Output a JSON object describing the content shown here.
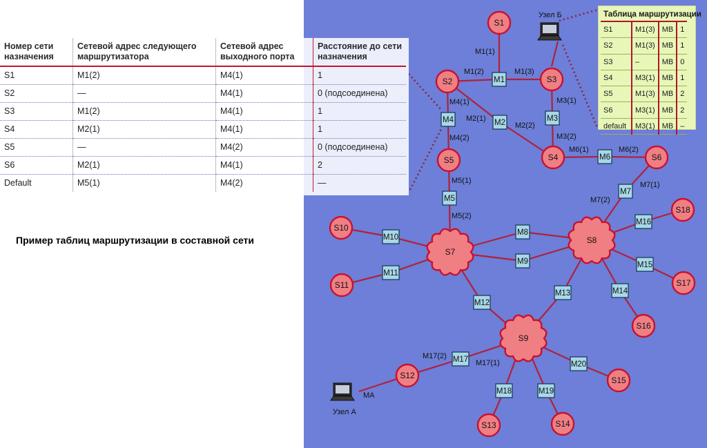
{
  "caption": "Пример таблиц маршрутизации в составной сети",
  "main_table": {
    "headers": [
      "Номер сети\nназначения",
      "Сетевой адрес следующего\nмаршрутизатора",
      "Сетевой адрес\nвыходного порта",
      "Расстояние до сети\nназначения"
    ],
    "rows": [
      [
        "S1",
        "M1(2)",
        "M4(1)",
        "1"
      ],
      [
        "S2",
        "—",
        "M4(1)",
        "0 (подсоединена)"
      ],
      [
        "S3",
        "M1(2)",
        "M4(1)",
        "1"
      ],
      [
        "S4",
        "M2(1)",
        "M4(1)",
        "1"
      ],
      [
        "S5",
        "—",
        "M4(2)",
        "0 (подсоединена)"
      ],
      [
        "S6",
        "M2(1)",
        "M4(1)",
        "2"
      ],
      [
        "Default",
        "M5(1)",
        "M4(2)",
        "—"
      ]
    ]
  },
  "node_b_table": {
    "title": "Таблица маршрутизации",
    "rows": [
      [
        "S1",
        "M1(3)",
        "MB",
        "1"
      ],
      [
        "S2",
        "M1(3)",
        "MB",
        "1"
      ],
      [
        "S3",
        "–",
        "MB",
        "0"
      ],
      [
        "S4",
        "M3(1)",
        "MB",
        "1"
      ],
      [
        "S5",
        "M1(3)",
        "MB",
        "2"
      ],
      [
        "S6",
        "M3(1)",
        "MB",
        "2"
      ],
      [
        "default",
        "M3(1)",
        "MB",
        "–"
      ]
    ]
  },
  "hosts": {
    "node_a": "Узел А",
    "node_a_port": "MA",
    "node_b": "Узел Б"
  },
  "networks": [
    {
      "id": "S1",
      "label": "S1",
      "shape": "circle"
    },
    {
      "id": "S2",
      "label": "S2",
      "shape": "circle"
    },
    {
      "id": "S3",
      "label": "S3",
      "shape": "circle"
    },
    {
      "id": "S4",
      "label": "S4",
      "shape": "circle"
    },
    {
      "id": "S5",
      "label": "S5",
      "shape": "circle"
    },
    {
      "id": "S6",
      "label": "S6",
      "shape": "circle"
    },
    {
      "id": "S7",
      "label": "S7",
      "shape": "cloud"
    },
    {
      "id": "S8",
      "label": "S8",
      "shape": "cloud"
    },
    {
      "id": "S9",
      "label": "S9",
      "shape": "cloud"
    },
    {
      "id": "S10",
      "label": "S10",
      "shape": "circle"
    },
    {
      "id": "S11",
      "label": "S11",
      "shape": "circle"
    },
    {
      "id": "S12",
      "label": "S12",
      "shape": "circle"
    },
    {
      "id": "S13",
      "label": "S13",
      "shape": "circle"
    },
    {
      "id": "S14",
      "label": "S14",
      "shape": "circle"
    },
    {
      "id": "S15",
      "label": "S15",
      "shape": "circle"
    },
    {
      "id": "S16",
      "label": "S16",
      "shape": "circle"
    },
    {
      "id": "S17",
      "label": "S17",
      "shape": "circle"
    },
    {
      "id": "S18",
      "label": "S18",
      "shape": "circle"
    }
  ],
  "routers": [
    "M1",
    "M2",
    "M3",
    "M4",
    "M5",
    "M6",
    "M7",
    "M8",
    "M9",
    "M10",
    "M11",
    "M12",
    "M13",
    "M14",
    "M15",
    "M16",
    "M17",
    "M18",
    "M19",
    "M20"
  ],
  "port_labels": [
    "M1(1)",
    "M1(2)",
    "M1(3)",
    "M3(1)",
    "M3(2)",
    "M2(1)",
    "M2(2)",
    "M4(1)",
    "M4(2)",
    "M6(1)",
    "M6(2)",
    "M7(1)",
    "M7(2)",
    "M5(1)",
    "M5(2)",
    "M17(2)",
    "M17(1)"
  ]
}
